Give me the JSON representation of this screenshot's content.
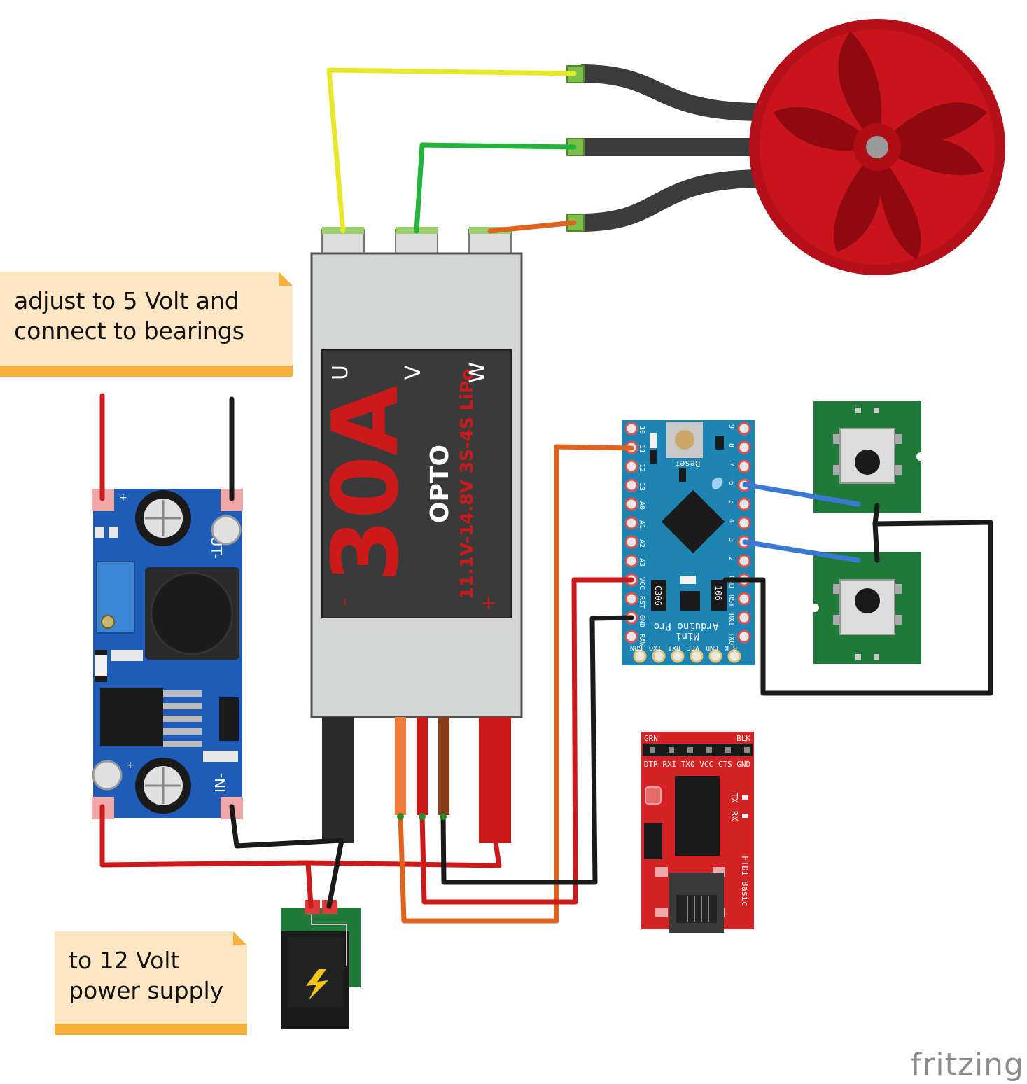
{
  "notes": {
    "bearings": [
      "adjust to 5 Volt and",
      "connect to bearings"
    ],
    "power": [
      "to 12 Volt",
      "power supply"
    ]
  },
  "esc": {
    "amperage": "30A",
    "brand": "OPTO",
    "voltage": "11.1V-14.8V 3S-4S LiPo",
    "phase_u": "U",
    "phase_v": "V",
    "phase_w": "W",
    "minus": "-",
    "plus": "+"
  },
  "buck": {
    "plus_top": "+",
    "out_label": "OUT-",
    "plus_bottom": "+",
    "in_label": "IN-"
  },
  "arduino": {
    "left_pins": [
      "10",
      "11",
      "12",
      "13",
      "A0",
      "A1",
      "A2",
      "A3",
      "VCC",
      "RST",
      "GND",
      "RAW"
    ],
    "right_pins": [
      "9",
      "8",
      "7",
      "6",
      "5",
      "4",
      "3",
      "2",
      "GND",
      "RST",
      "RXI",
      "TXO"
    ],
    "bottom_pins": [
      "GRN",
      "TXO",
      "RXI",
      "VCC",
      "GND",
      "BLK"
    ],
    "reset": "Reset",
    "name1": "Arduino Pro",
    "name2": "Mini",
    "chip1": "C306",
    "chip2": "106"
  },
  "ftdi": {
    "grn": "GRN",
    "blk": "BLK",
    "pins": "DTR RXI TXO VCC CTS GND",
    "tx": "TX",
    "rx": "RX",
    "name": "FTDI Basic"
  },
  "brand": "fritzing",
  "colors": {
    "wire_red": "#cc1a1a",
    "wire_black": "#1a1a1a",
    "wire_yellow": "#e8e82a",
    "wire_green": "#22b33a",
    "wire_orange": "#e0631d",
    "wire_blue": "#3a78d6",
    "motor_red": "#c8141a",
    "pcb_blue": "#1f5cb8",
    "arduino_teal": "#1d84b4",
    "ftdi_red": "#d42324",
    "button_green": "#1f7a3a"
  }
}
